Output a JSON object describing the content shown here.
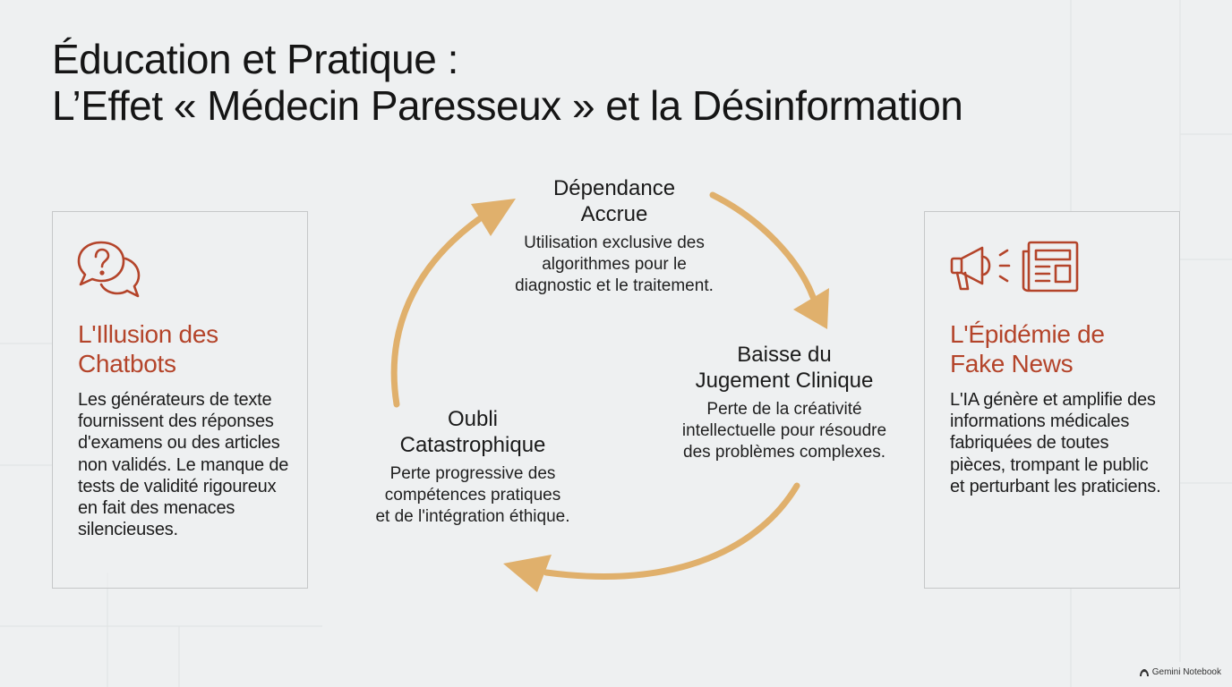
{
  "title": {
    "line1": "Éducation et Pratique :",
    "line2": "L’Effet « Médecin Paresseux » et la Désinformation"
  },
  "colors": {
    "accent": "#b4442a",
    "arrow": "#e0b06c",
    "background": "#eef0f1"
  },
  "left_card": {
    "icon": "chat-question-icon",
    "title_line1": "L'Illusion des",
    "title_line2": "Chatbots",
    "text": "Les générateurs de texte fournissent des réponses d'examens ou des articles non validés. Le manque de tests de validité rigoureux en fait des menaces silencieuses."
  },
  "right_card": {
    "icons": [
      "megaphone-icon",
      "newspaper-icon"
    ],
    "title_line1": "L'Épidémie de",
    "title_line2": "Fake News",
    "text": "L'IA génère et amplifie des informations médicales fabriquées de toutes pièces, trompant le public et perturbant les praticiens."
  },
  "cycle": {
    "nodes": [
      {
        "title_line1": "Dépendance",
        "title_line2": "Accrue",
        "desc": [
          "Utilisation exclusive des",
          "algorithmes pour le",
          "diagnostic et le traitement."
        ]
      },
      {
        "title_line1": "Baisse du",
        "title_line2": "Jugement Clinique",
        "desc": [
          "Perte de la créativité",
          "intellectuelle pour résoudre",
          "des problèmes complexes."
        ]
      },
      {
        "title_line1": "Oubli",
        "title_line2": "Catastrophique",
        "desc": [
          "Perte progressive des",
          "compétences pratiques",
          "et de l'intégration éthique."
        ]
      }
    ]
  },
  "brand": {
    "label": "Gemini Notebook"
  }
}
